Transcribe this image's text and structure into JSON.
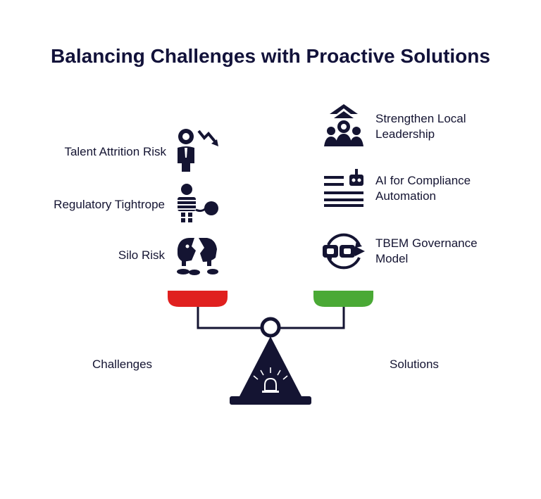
{
  "title": "Balancing Challenges with Proactive Solutions",
  "challenges": {
    "caption": "Challenges",
    "items": [
      {
        "label": "Talent Attrition Risk",
        "icon": "employee-declining-icon"
      },
      {
        "label": "Regulatory Tightrope",
        "icon": "prisoner-ball-chain-icon"
      },
      {
        "label": "Silo Risk",
        "icon": "broken-piggy-bank-icon"
      }
    ]
  },
  "solutions": {
    "caption": "Solutions",
    "items": [
      {
        "label": "Strengthen Local Leadership",
        "icon": "leader-team-icon"
      },
      {
        "label": "AI for Compliance Automation",
        "icon": "robot-document-icon"
      },
      {
        "label": "TBEM Governance Model",
        "icon": "cycle-chain-icon"
      }
    ]
  },
  "colors": {
    "challenge_pan": "#e0201f",
    "solution_pan": "#4aa935",
    "ink": "#141432"
  }
}
